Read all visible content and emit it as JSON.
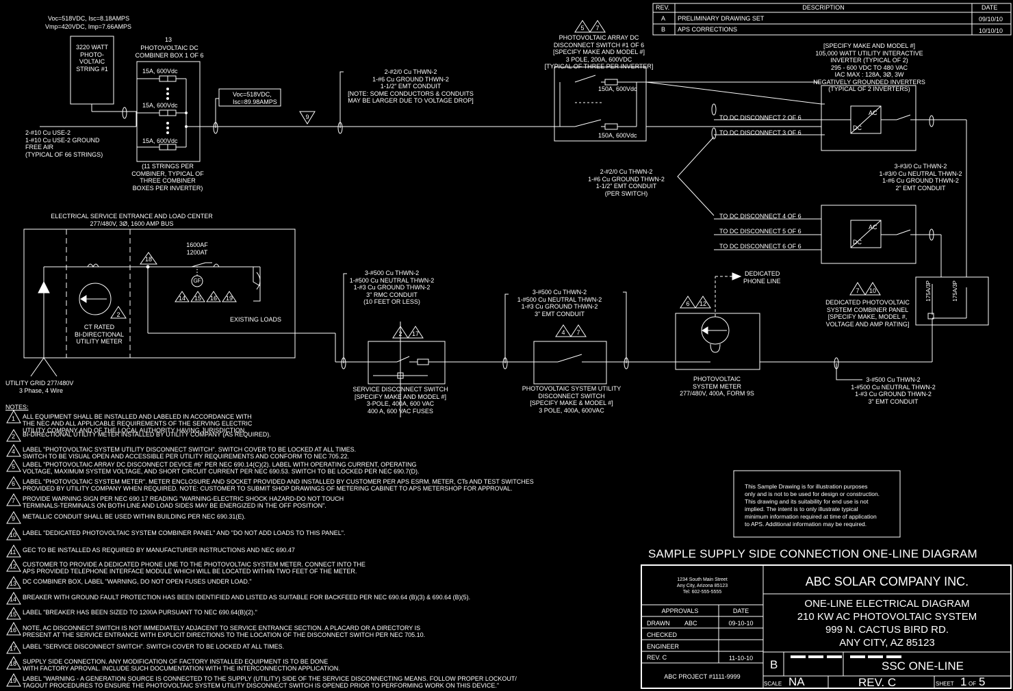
{
  "revision_table": {
    "headers": [
      "REV.",
      "DESCRIPTION",
      "DATE"
    ],
    "rows": [
      {
        "rev": "A",
        "desc": "PRELIMINARY DRAWING SET",
        "date": "09/10/10"
      },
      {
        "rev": "B",
        "desc": "APS CORRECTIONS",
        "date": "10/10/10"
      }
    ]
  },
  "string": {
    "spec1": "Voc=518VDC, Isc=8.18AMPS",
    "spec2": "Vmp=420VDC, Imp=7.66AMPS",
    "box": [
      "3220 WATT",
      "PHOTO-",
      "VOLTAIC",
      "STRING #1"
    ],
    "wire": [
      "2-#10 Cu USE-2",
      "1-#10 Cu USE-2 GROUND",
      "FREE AIR",
      "(TYPICAL OF 66 STRINGS)"
    ]
  },
  "combiner": {
    "tag": "13",
    "title": [
      "PHOTOVOLTAIC DC",
      "COMBINER BOX 1 OF 6"
    ],
    "fuse": "15A, 600Vdc",
    "note": [
      "(11 STRINGS PER",
      "COMBINER, TYPICAL OF",
      "THREE COMBINER",
      "BOXES PER INVERTER)"
    ],
    "output": [
      "Voc=518VDC,",
      "Isc=89.98AMPS"
    ]
  },
  "tag9": "9",
  "conduit1": [
    "2-#2/0 Cu THWN-2",
    "1-#6 Cu GROUND THWN-2",
    "1-1/2\" EMT CONDUIT",
    "[NOTE: SOME CONDUCTORS & CONDUITS",
    "MAY BE LARGER DUE TO VOLTAGE DROP]"
  ],
  "dc_disconnect": {
    "tags": [
      "5",
      "7"
    ],
    "title": [
      "PHOTOVOLTAIC ARRAY DC",
      "DISCONNECT SWITCH #1 OF 6",
      "[SPECIFY MAKE AND MODEL #]",
      "3 POLE, 200A, 600VDC",
      "[TYPICAL OF THREE PER INVERTER]"
    ],
    "fuse": "150A, 600Vdc"
  },
  "inverter": {
    "title": [
      "[SPECIFY MAKE AND MODEL #]",
      "105,000 WATT UTILITY INTERACTIVE",
      "INVERTER (TYPICAL OF 2)",
      "295 - 600 VDC TO 480 VAC",
      "IAC MAX : 128A, 3Ø, 3W",
      "NEGATIVELY GROUNDED INVERTERS",
      "(TYPICAL OF 2 INVERTERS)"
    ],
    "ac": "AC",
    "dc": "DC"
  },
  "dc_feeds_1": [
    "TO DC DISCONNECT 2 OF 6",
    "TO DC DISCONNECT 3 OF 6"
  ],
  "dc_feeds_2": [
    "TO DC DISCONNECT 4 OF 6",
    "TO DC DISCONNECT 5 OF 6",
    "TO DC DISCONNECT 6 OF 6"
  ],
  "conduit2": [
    "2-#2/0 Cu THWN-2",
    "1-#6 Cu GROUND THWN-2",
    "1-1/2\" EMT CONDUIT",
    "(PER SWITCH)"
  ],
  "conduit3": [
    "3-#3/0 Cu THWN-2",
    "1-#3/0 Cu NEUTRAL THWN-2",
    "1-#6 Cu GROUND THWN-2",
    "2\" EMT CONDUIT"
  ],
  "service": {
    "title": [
      "ELECTRICAL SERVICE ENTRANCE AND LOAD CENTER",
      "277/480V, 3Ø, 1600 AMP BUS"
    ],
    "breaker": [
      "1600AF",
      "1200AT"
    ],
    "gf": "GF",
    "tags": [
      "14",
      "15",
      "16",
      "19"
    ],
    "tag18": "18",
    "meter_tag": "2",
    "meter": [
      "CT RATED",
      "BI-DIRECTIONAL",
      "UTILITY METER"
    ],
    "loads": "EXISTING LOADS",
    "grid": [
      "UTILITY GRID 277/480V",
      "3 Phase, 4 Wire"
    ]
  },
  "conduit4": [
    "3-#500 Cu THWN-2",
    "1-#500 Cu NEUTRAL THWN-2",
    "1-#3 Cu GROUND THWN-2",
    "3\" RMC CONDUIT",
    "(10 FEET OR LESS)"
  ],
  "svc_disconnect": {
    "tags": [
      "2",
      "17"
    ],
    "label": [
      "SERVICE DISCONNECT SWITCH",
      "[SPECIFY MAKE AND MODEL #]",
      "3-POLE,  400A, 600 VAC",
      "400 A, 600 VAC FUSES"
    ]
  },
  "conduit5": [
    "3-#500 Cu THWN-2",
    "1-#500 Cu NEUTRAL THWN-2",
    "1-#3 Cu GROUND THWN-2",
    "3\" EMT CONDUIT"
  ],
  "pv_disconnect": {
    "tags": [
      "4",
      "7"
    ],
    "label": [
      "PHOTOVOLTAIC  SYSTEM  UTILITY",
      "DISCONNECT SWITCH",
      "[SPECIFY MAKE & MODEL #]",
      "3 POLE, 400A, 600VAC"
    ]
  },
  "pv_meter": {
    "tags": [
      "6",
      "12"
    ],
    "phone": [
      "DEDICATED",
      "PHONE LINE"
    ],
    "label": [
      "PHOTOVOLTAIC",
      "SYSTEM METER",
      "277/480V, 400A, FORM 9S"
    ]
  },
  "conduit6": [
    "3-#500 Cu THWN-2",
    "1-#500 Cu NEUTRAL THWN-2",
    "1-#3 Cu GROUND THWN-2",
    "3\" EMT CONDUIT"
  ],
  "combiner_panel": {
    "tags": [
      "7",
      "10"
    ],
    "breaker": "175A/3P",
    "label": [
      "DEDICATED PHOTOVOLTAIC",
      "SYSTEM COMBINER PANEL",
      "[SPECIFY MAKE, MODEL #,",
      "VOLTAGE AND AMP RATING]"
    ]
  },
  "notes_header": "NOTES:",
  "notes": [
    {
      "n": "1",
      "l": [
        "ALL EQUIPMENT SHALL BE INSTALLED AND LABELED IN ACCORDANCE WITH",
        "THE NEC AND ALL APPLICABLE REQUIREMENTS OF THE SERVING ELECTRIC",
        "UTILITY COMPANY AND OF THE LOCAL AUTHORITY HAVING JURISDICTION."
      ]
    },
    {
      "n": "2",
      "l": [
        "BI-DIRECTIONAL UTILITY METER INSTALLED BY UTILITY COMPANY (AS REQUIRED)."
      ]
    },
    {
      "n": "4",
      "l": [
        "LABEL \"PHOTOVOLTAIC SYSTEM UTILITY DISCONNECT SWITCH\". SWITCH COVER TO BE LOCKED AT ALL TIMES.",
        "SWITCH TO BE VISUAL OPEN AND ACCESSIBLE PER UTILITY REQUIREMENTS AND CONFORM TO NEC 705.22."
      ]
    },
    {
      "n": "5",
      "l": [
        "LABEL \"PHOTOVOLTAIC ARRAY DC DISCONNECT DEVICE #6\" PER NEC 690.14(C)(2).  LABEL WITH OPERATING CURRENT, OPERATING",
        "VOLTAGE, MAXIMUM SYSTEM VOLTAGE, AND SHORT CIRCUIT CURRENT PER NEC 690.53.  SWITCH TO BE LOCKED PER NEC 690.7(D)."
      ]
    },
    {
      "n": "6",
      "l": [
        "LABEL \"PHOTOVOLTAIC SYSTEM METER\". METER ENCLOSURE AND SOCKET PROVIDED AND INSTALLED BY CUSTOMER PER APS ESRM.  METER, CTs AND TEST SWITCHES",
        "PROVIDED BY UTILITY COMPANY WHEN REQUIRED.  NOTE:  CUSTOMER TO SUBMIT SHOP DRAWINGS OF METERING CABINET TO APS METERSHOP FOR APPROVAL."
      ]
    },
    {
      "n": "7",
      "l": [
        "PROVIDE WARNING SIGN PER NEC 690.17 READING \"WARNING-ELECTRIC SHOCK HAZARD-DO NOT TOUCH",
        "TERMINALS-TERMINALS ON BOTH LINE AND LOAD SIDES MAY BE ENERGIZED IN THE OFF POSITION\"."
      ]
    },
    {
      "n": "9",
      "l": [
        "METALLIC CONDUIT SHALL BE USED WITHIN BUILDING PER NEC 690.31(E)."
      ]
    },
    {
      "n": "10",
      "l": [
        "LABEL \"DEDICATED PHOTOVOLTAIC SYSTEM COMBINER PANEL\" AND \"DO NOT ADD LOADS TO THIS PANEL\"."
      ]
    },
    {
      "n": "11",
      "l": [
        "GEC TO BE INSTALLED AS REQUIRED BY MANUFACTURER INSTRUCTIONS AND NEC 690.47"
      ]
    },
    {
      "n": "12",
      "l": [
        "CUSTOMER TO PROVIDE A DEDICATED PHONE LINE TO THE PHOTOVOLTAIC SYSTEM METER.  CONNECT INTO THE",
        "APS PROVIDED TELEPHONE INTERFACE MODULE WHICH WILL BE LOCATED WITHIN TWO FEET OF THE METER."
      ]
    },
    {
      "n": "13",
      "l": [
        "DC COMBINER BOX, LABEL \"WARNING, DO NOT OPEN FUSES UNDER LOAD.\""
      ]
    },
    {
      "n": "14",
      "l": [
        "BREAKER WITH GROUND FAULT PROTECTION HAS BEEN IDENTIFIED AND LISTED AS SUITABLE FOR BACKFEED PER NEC 690.64 (B)(3) & 690.64 (B)(5)."
      ]
    },
    {
      "n": "15",
      "l": [
        "LABEL \"BREAKER HAS BEEN SIZED TO 1200A PURSUANT TO NEC 690.64(B)(2).\""
      ]
    },
    {
      "n": "16",
      "l": [
        "NOTE, AC DISCONNECT SWITCH IS NOT IMMEDIATELY ADJACENT TO SERVICE ENTRANCE SECTION.  A PLACARD OR A DIRECTORY IS",
        "PRESENT AT THE SERVICE ENTRANCE WITH EXPLICIT DIRECTIONS TO THE LOCATION OF THE DISCONNECT SWITCH PER NEC 705.10."
      ]
    },
    {
      "n": "17",
      "l": [
        "LABEL \"SERVICE DISCONNECT SWITCH\".  SWITCH COVER TO BE LOCKED AT ALL TIMES."
      ]
    },
    {
      "n": "18",
      "l": [
        "SUPPLY SIDE CONNECTION.  ANY MODIFICATION OF FACTORY INSTALLED EQUIPMENT IS TO BE DONE",
        "WITH FACTORY APROVAL.  INCLUDE SUCH DOCUMENTATION WITH THE INTERCONNECTION APPLICATION."
      ]
    },
    {
      "n": "19",
      "l": [
        "LABEL \"WARNING - A GENERATION SOURCE IS CONNECTED TO THE SUPPLY (UTILITY) SIDE OF THE SERVICE DISCONNECTING MEANS.  FOLLOW PROPER LOCKOUT/",
        "TAGOUT PROCEDURES TO ENSURE THE PHOTOVOLTAIC SYSTEM UTILITY DISCONNECT SWITCH IS OPENED PRIOR TO PERFORMING WORK ON THIS DEVICE.\""
      ]
    }
  ],
  "disclaimer": [
    "This Sample Drawing is for illustration  purposes",
    "only and is not to be used for design or construction.",
    "This drawing and its suitability for end use is not",
    "implied.  The intent is to only illustrate typical",
    "minimum information required at time of application",
    "to APS. Additional information may be required."
  ],
  "sheet_title": "SAMPLE SUPPLY SIDE CONNECTION ONE-LINE DIAGRAM",
  "title_block": {
    "address": [
      "1234 South Main Street",
      "Any City, Arizona 85123",
      "Tel: 602-555-5555"
    ],
    "company": "ABC SOLAR COMPANY INC.",
    "description": [
      "ONE-LINE ELECTRICAL DIAGRAM",
      "210 KW AC PHOTOVOLTAIC SYSTEM",
      "999 N. CACTUS BIRD RD.",
      "ANY CITY, AZ 85123"
    ],
    "approvals": "APPROVALS",
    "date": "DATE",
    "drawn": "DRAWN",
    "drawn_by": "ABC",
    "drawn_date": "09-10-10",
    "checked": "CHECKED",
    "engineer": "ENGINEER",
    "rev": "REV. C",
    "rev_date": "11-10-10",
    "project": "ABC PROJECT #1111-9999",
    "size": "B",
    "drawing_title": "SSC ONE-LINE",
    "scale_label": "SCALE",
    "scale": "NA",
    "revision": "REV. C",
    "sheet_label": "SHEET",
    "sheet_num": "1",
    "of": "OF",
    "sheet_total": "5"
  }
}
